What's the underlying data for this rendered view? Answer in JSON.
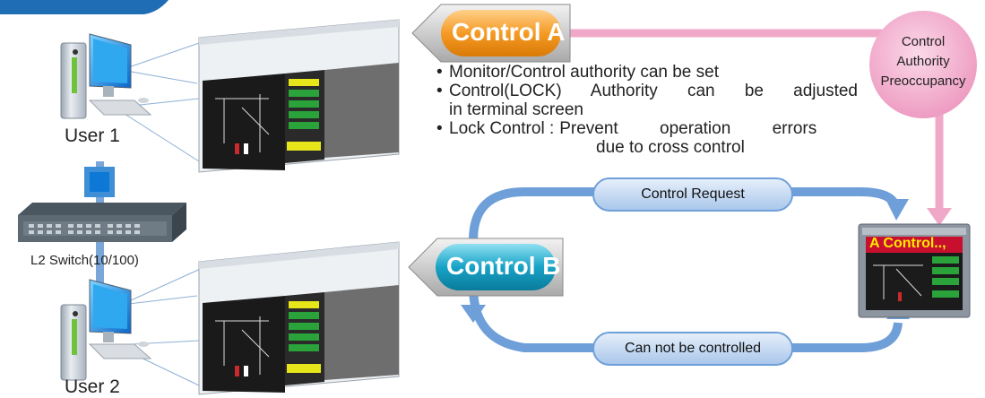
{
  "colors": {
    "pink": "#f0a8c8",
    "blue": "#6e9fd8",
    "pill_fill": "#c9dcf3",
    "control_a": "#f5a033",
    "control_b": "#1aa2c4",
    "screen_title": "#ffea00"
  },
  "left": {
    "user1_label": "User 1",
    "user2_label": "User 2",
    "switch_label": "L2 Switch(10/100)"
  },
  "control_a": {
    "label": "Control A"
  },
  "control_b": {
    "label": "Control B"
  },
  "authority_bubble": {
    "line1": "Control",
    "line2": "Authority",
    "line3": "Preoccupancy"
  },
  "bullets": {
    "b1": "Monitor/Control authority can be set",
    "b2_line1": "Control(LOCK) Authority can be adjusted",
    "b2_line2": "in terminal screen",
    "b3_head": "Lock Control :",
    "b3_line1": "Prevent operation errors",
    "b3_line2": "due to cross control"
  },
  "flows": {
    "request": "Control Request",
    "denied": "Can not be controlled"
  },
  "terminal": {
    "title": "A Control..,"
  }
}
